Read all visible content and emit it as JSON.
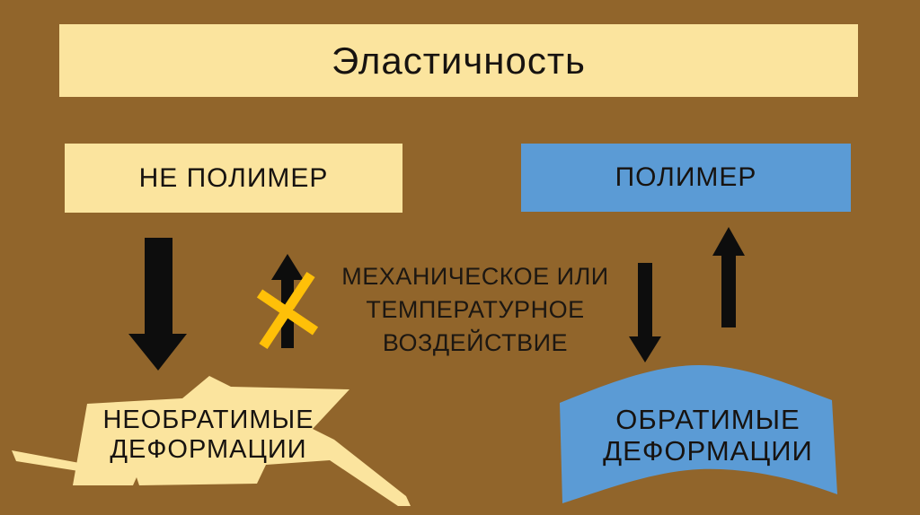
{
  "slide": {
    "title": "Эластичность",
    "boxes": {
      "non_polymer": "НЕ ПОЛИМЕР",
      "polymer": "ПОЛИМЕР"
    },
    "center_text": {
      "line1": "МЕХАНИЧЕСКОЕ ИЛИ",
      "line2": "ТЕМПЕРАТУРНОЕ",
      "line3": "ВОЗДЕЙСТВИЕ"
    },
    "results": {
      "irreversible": {
        "line1": "НЕОБРАТИМЫЕ",
        "line2": "ДЕФОРМАЦИИ"
      },
      "reversible": {
        "line1": "ОБРАТИМЫЕ",
        "line2": "ДЕФОРМАЦИИ"
      }
    },
    "colors": {
      "background": "#91652B",
      "cream": "#FBE49E",
      "blue": "#5B9BD5",
      "arrow_black": "#0D0D0D",
      "cross_gold": "#FFC008"
    }
  }
}
